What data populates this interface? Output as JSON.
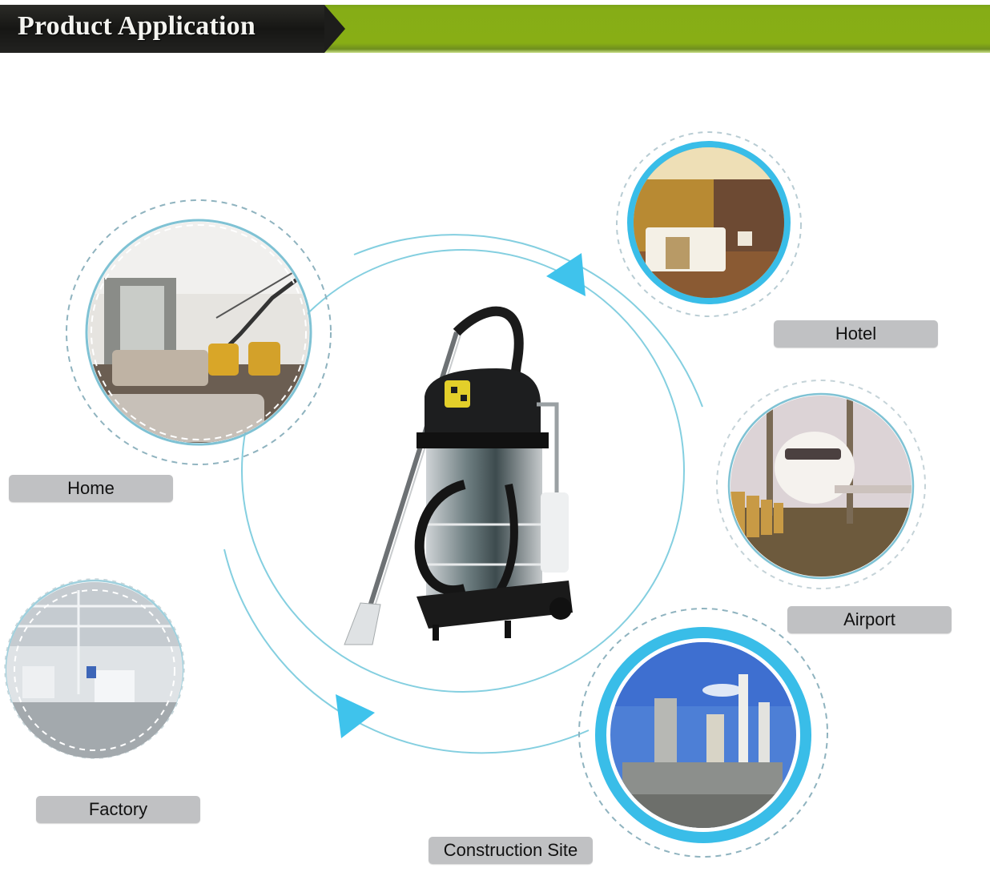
{
  "header": {
    "title": "Product Application",
    "colors": {
      "dark": "#1d1d1b",
      "green": "#88ae15",
      "title_text": "#f4f4f0"
    }
  },
  "center": {
    "product": "carpet extraction vacuum cleaner",
    "ring_color": "#7fd3e6",
    "arrow_color": "#3fc3ec"
  },
  "applications": [
    {
      "id": "home",
      "label": "Home",
      "scene": "modern living room with staircase"
    },
    {
      "id": "hotel",
      "label": "Hotel",
      "scene": "hotel bedroom"
    },
    {
      "id": "airport",
      "label": "Airport",
      "scene": "airport terminal with airplane"
    },
    {
      "id": "factory",
      "label": "Factory",
      "scene": "industrial factory floor"
    },
    {
      "id": "construction",
      "label": "Construction Site",
      "scene": "industrial plant towers"
    }
  ],
  "colors": {
    "label_bg": "#c0c1c3",
    "accent_ring": "#39bde8",
    "dashed_ring": "#9fb7c0"
  }
}
